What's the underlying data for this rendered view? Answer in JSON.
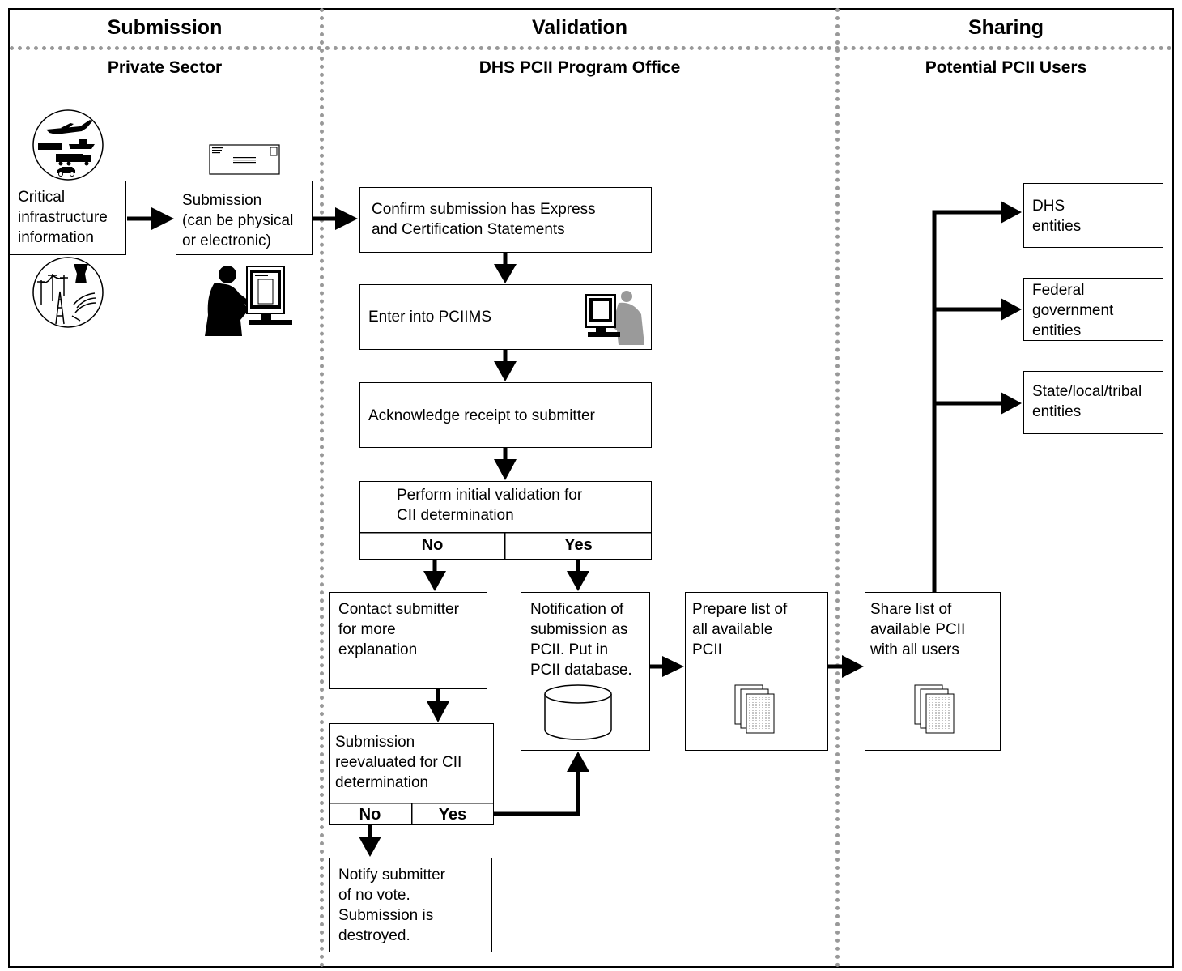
{
  "lanes": {
    "submission": {
      "title": "Submission",
      "subtitle": "Private Sector"
    },
    "validation": {
      "title": "Validation",
      "subtitle": "DHS PCII Program Office"
    },
    "sharing": {
      "title": "Sharing",
      "subtitle": "Potential PCII Users"
    }
  },
  "nodes": {
    "critical_info": "Critical\ninfrastructure\ninformation",
    "submission": "Submission\n(can be physical\nor electronic)",
    "confirm": "Confirm submission has Express\nand Certification Statements",
    "enter": "Enter into PCIIMS",
    "acknowledge": "Acknowledge receipt to submitter",
    "initial_validation": "Perform initial validation for\nCII determination",
    "initial_no": "No",
    "initial_yes": "Yes",
    "contact": "Contact submitter\nfor more\nexplanation",
    "reevaluated": "Submission\nreevaluated for CII\ndetermination",
    "reeval_no": "No",
    "reeval_yes": "Yes",
    "notify": "Notify submitter\nof no vote.\nSubmission is\ndestroyed.",
    "notification": "Notification of\nsubmission as\nPCII. Put in\nPCII database.",
    "prepare": "Prepare list of\nall available\nPCII",
    "share": "Share list of\navailable PCII\nwith all users",
    "dhs": "DHS\nentities",
    "federal": "Federal\ngovernment\nentities",
    "state": "State/local/tribal\nentities"
  },
  "icons": {
    "transport": "transport-icon",
    "utilities": "utilities-icon",
    "envelope": "envelope-icon",
    "worker_dark": "worker-at-computer-icon",
    "worker_gray": "worker-at-computer-icon",
    "database": "database-icon",
    "documents": "documents-icon"
  },
  "colors": {
    "line": "#000000",
    "dotted_divider": "#999999",
    "gray_figure": "#9a9a9a"
  }
}
